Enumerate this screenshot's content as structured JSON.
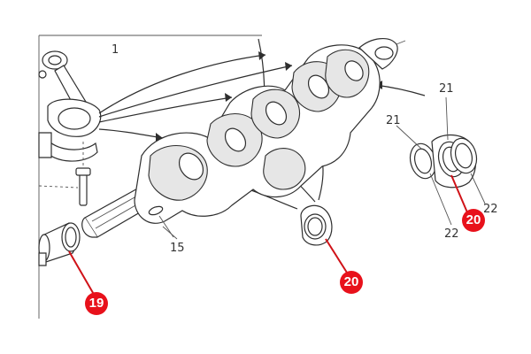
{
  "colors": {
    "callout_badge": "#e8111b",
    "callout_leader": "#d01218",
    "line_art": "#2e2e2e",
    "background": "#ffffff"
  },
  "labels": {
    "part_1": "1",
    "part_15": "15",
    "part_21_upper": "21",
    "part_21_lower": "21",
    "part_22_right": "22",
    "part_22_lower": "22"
  },
  "callouts": {
    "connecting_rod_bushing": "19",
    "main_bearing_center": "20",
    "main_bearing_rear": "20"
  }
}
